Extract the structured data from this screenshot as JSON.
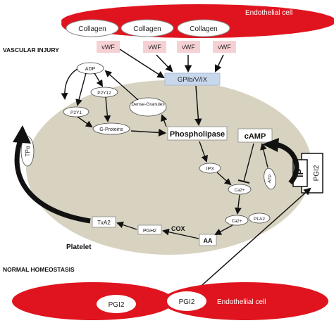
{
  "top_cell": {
    "label": "Endothelial cell",
    "collagen": [
      "Collagen",
      "Collagen",
      "Collagen"
    ]
  },
  "vwf": [
    "vWF",
    "vWF",
    "vWF",
    "vWF"
  ],
  "vascular_injury": "VASCULAR INJURY",
  "receptor": "GPIb/V/IX",
  "platelet": {
    "label": "Platelet",
    "adp": "ADP",
    "p2y1": "P2Y1",
    "p2y12": "P2Y12",
    "dense_granules": "Dense-Granules",
    "g_proteins": "G-Proteins",
    "phospholipase": "Phospholipase",
    "camp": "cAMP",
    "ip3": "IP3",
    "ca_a": "Ca2+",
    "ca_b": "Ca2+",
    "pla2": "PLA2",
    "atp": "ATP",
    "ip": "IP",
    "pgi2_receptor": "PGI2",
    "tpa": "TPα",
    "txa2": "TxA2",
    "pgh2": "PGH2",
    "cox": "COX",
    "aa": "AA"
  },
  "normal_homeostasis": "NORMAL HOMEOSTASIS",
  "bottom_cell": {
    "label": "Endotheliial cell",
    "pgi2": [
      "PGI2",
      "PGI2"
    ]
  },
  "colors": {
    "red": "#e0141e",
    "cytoplasm": "#d8d3c1",
    "vwf": "#f6d1d4",
    "receptor": "#c8d8ec",
    "arrow": "#111111"
  }
}
